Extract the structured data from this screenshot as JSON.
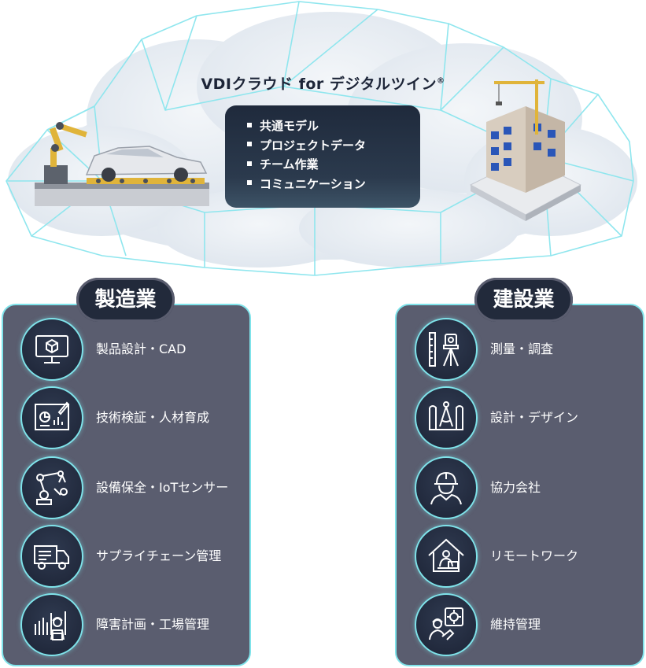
{
  "cloud": {
    "title": "VDIクラウド for デジタルツイン",
    "title_mark": "®",
    "features": [
      "共通モデル",
      "プロジェクトデータ",
      "チーム作業",
      "コミュニケーション"
    ]
  },
  "manufacturing": {
    "label": "製造業",
    "items": [
      {
        "label": "製品設計・CAD",
        "icon": "monitor-cube-icon"
      },
      {
        "label": "技術検証・人材育成",
        "icon": "presentation-board-icon"
      },
      {
        "label": "設備保全・IoTセンサー",
        "icon": "robot-arm-icon"
      },
      {
        "label": "サプライチェーン管理",
        "icon": "delivery-truck-icon"
      },
      {
        "label": "障害計画・工場管理",
        "icon": "factory-worker-icon"
      }
    ]
  },
  "construction": {
    "label": "建設業",
    "items": [
      {
        "label": "測量・調査",
        "icon": "surveying-instrument-icon"
      },
      {
        "label": "設計・デザイン",
        "icon": "blueprint-compass-icon"
      },
      {
        "label": "協力会社",
        "icon": "worker-helmet-icon"
      },
      {
        "label": "リモートワーク",
        "icon": "house-remote-work-icon"
      },
      {
        "label": "維持管理",
        "icon": "maintenance-gear-icon"
      }
    ]
  },
  "colors": {
    "accent": "#7fe3ea",
    "panel": "#5a5d6f",
    "dark": "#222a3b"
  }
}
